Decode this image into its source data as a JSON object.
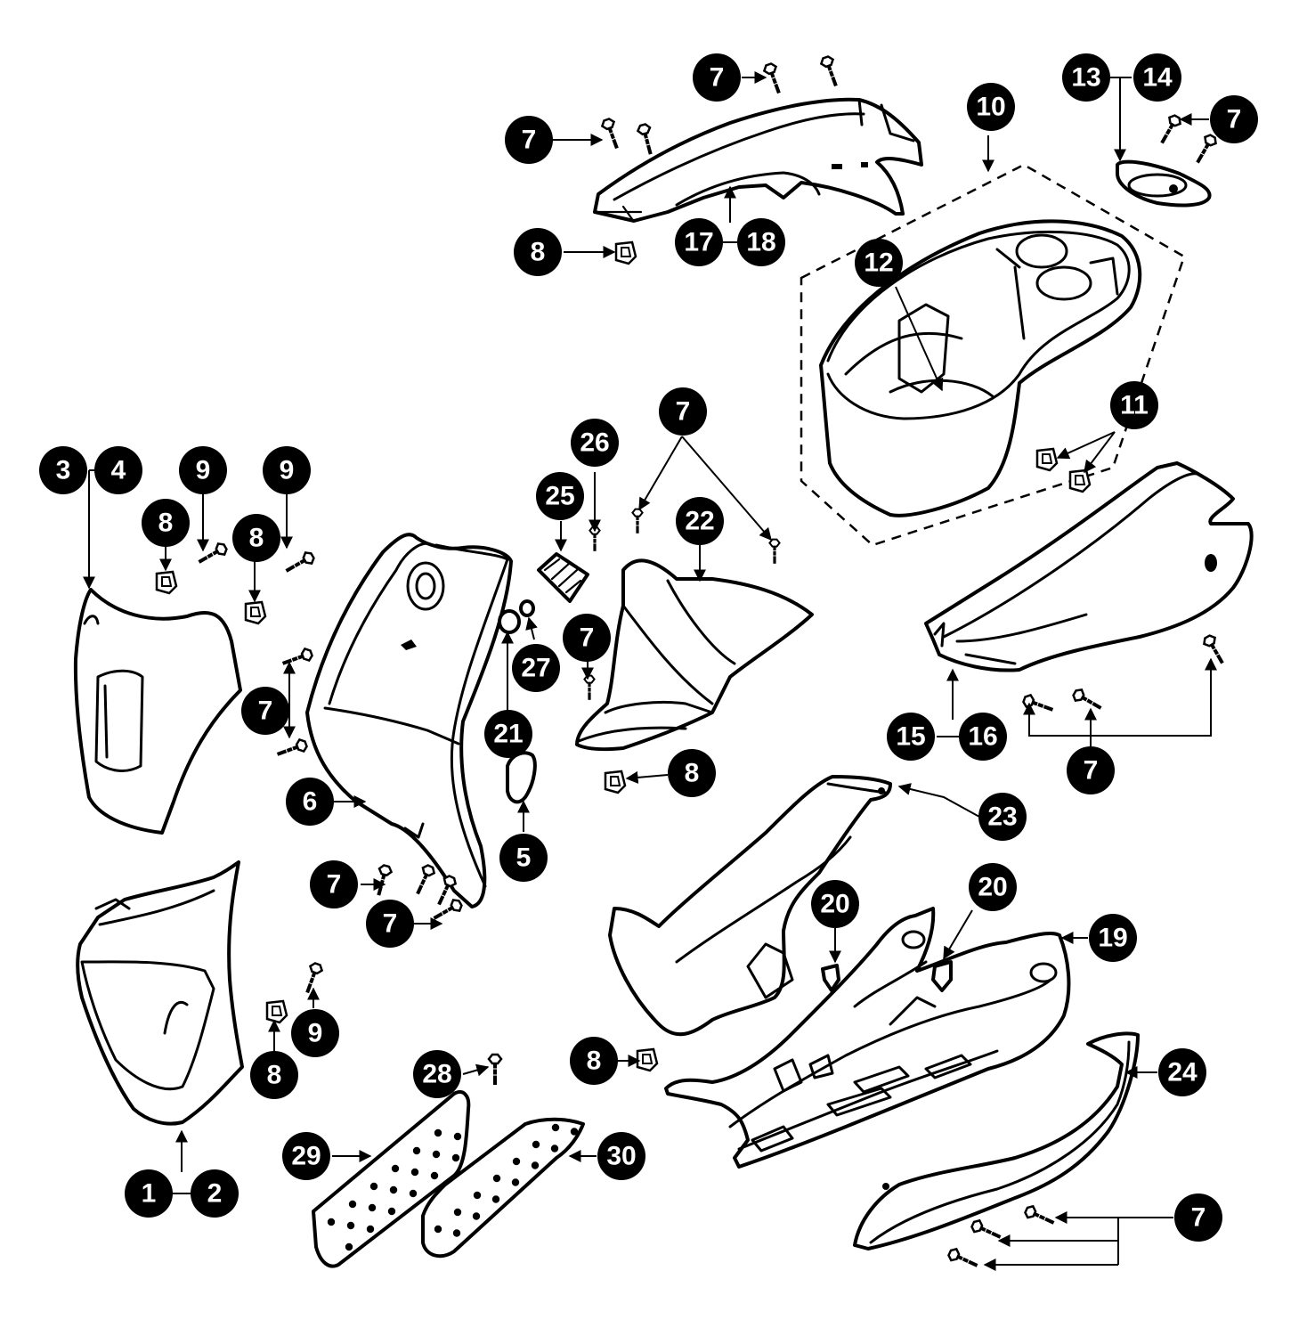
{
  "colors": {
    "ink": "#000000",
    "paper": "#ffffff"
  },
  "labels": {
    "l1": "1",
    "l2": "2",
    "l3": "3",
    "l4": "4",
    "l5": "5",
    "l6": "6",
    "l7": "7",
    "l8": "8",
    "l9": "9",
    "l10": "10",
    "l11": "11",
    "l12": "12",
    "l13": "13",
    "l14": "14",
    "l15": "15",
    "l16": "16",
    "l17": "17",
    "l18": "18",
    "l19": "19",
    "l20": "20",
    "l21": "21",
    "l22": "22",
    "l23": "23",
    "l24": "24",
    "l25": "25",
    "l26": "26",
    "l27": "27",
    "l28": "28",
    "l29": "29",
    "l30": "30"
  }
}
